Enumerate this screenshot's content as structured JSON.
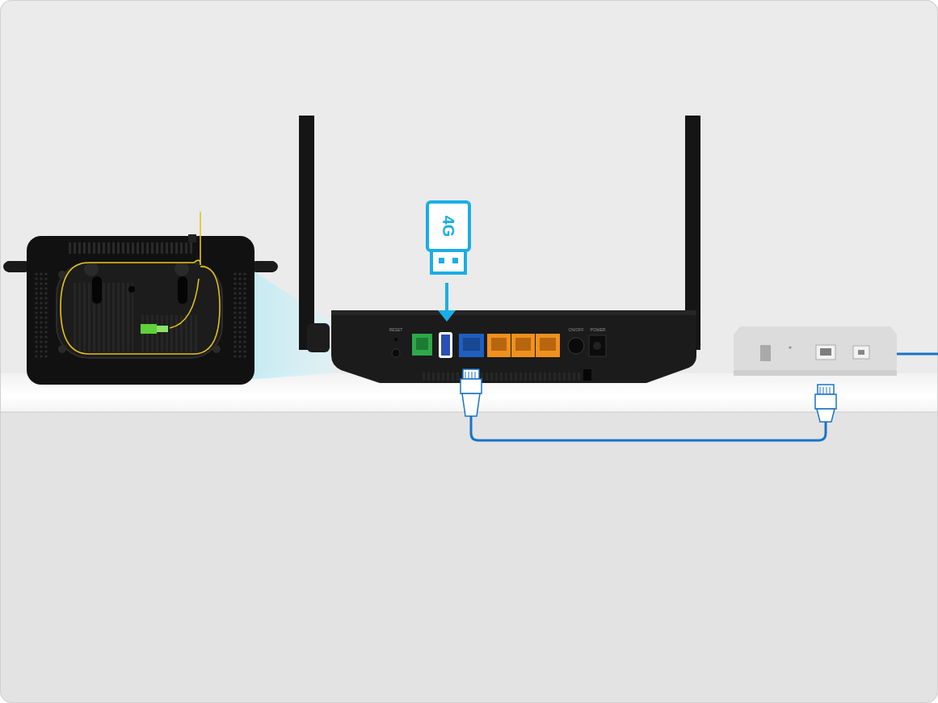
{
  "diagram": {
    "nodes": [
      {
        "text": [
          "4G"
        ]
      }
    ],
    "labels": [
      "RESET",
      "ON/OFF",
      "POWER"
    ]
  }
}
